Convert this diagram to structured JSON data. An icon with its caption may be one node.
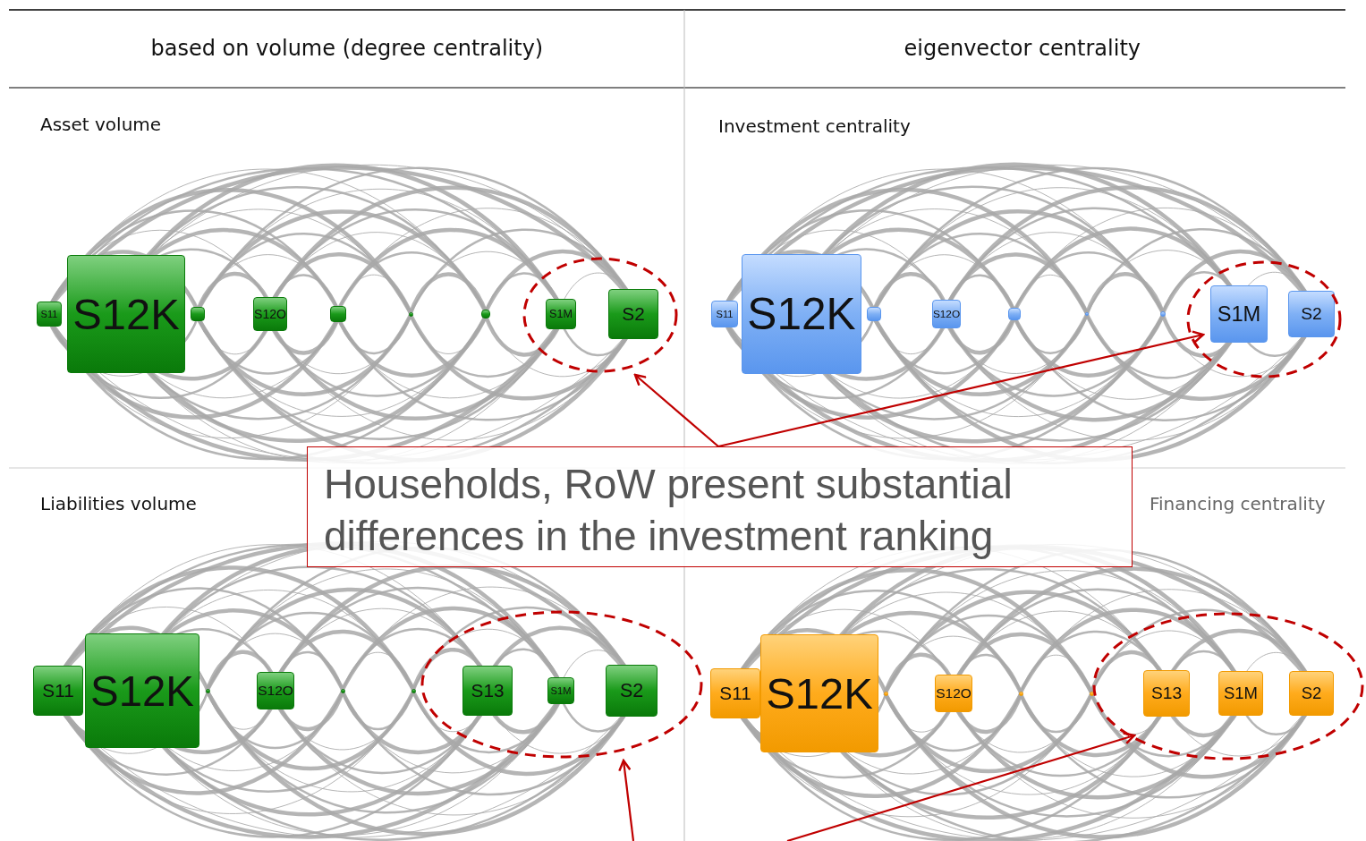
{
  "diagram": {
    "nodes": [
      {
        "text": [
          "Households, RoW present substantial differences in the investment ranking"
        ]
      },
      {
        "text": [],
        "shape": "ellipse"
      },
      {
        "text": [],
        "shape": "ellipse"
      },
      {
        "text": [],
        "shape": "ellipse"
      },
      {
        "text": [],
        "shape": "ellipse"
      }
    ],
    "edges": [
      {
        "from": 0,
        "to": 1,
        "arrow": "to"
      },
      {
        "from": 0,
        "to": 2,
        "arrow": "to"
      },
      {
        "from": null,
        "to": 3,
        "arrow": "to"
      },
      {
        "from": null,
        "to": 4,
        "arrow": "to"
      }
    ],
    "labels": [
      "based on volume (degree centrality)",
      "eigenvector centrality",
      "Asset volume",
      "S11",
      "S12K",
      "S12O",
      "S1M",
      "S2",
      "Investment centrality",
      "S11",
      "S12K",
      "S12O",
      "S1M",
      "S2",
      "Liabilities volume",
      "S11",
      "S12K",
      "S12O",
      "S13",
      "S1M",
      "S2",
      "Financing centrality",
      "S11",
      "S12K",
      "S12O",
      "S13",
      "S1M",
      "S2"
    ]
  }
}
